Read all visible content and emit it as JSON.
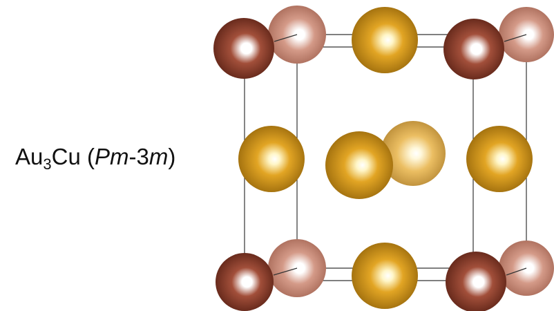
{
  "formula": {
    "element1": "Au",
    "subscript": "3",
    "element2": "Cu",
    "paren_open": " (",
    "sg_part1": "Pm",
    "sg_part2": "-3",
    "sg_part3": "m",
    "paren_close": ")"
  },
  "colors": {
    "cu_front": "#8b3e2c",
    "cu_back": "#c98a78",
    "au_front": "#d99a1c",
    "au_back": "#e8b85a",
    "cell_edge": "#333333"
  }
}
